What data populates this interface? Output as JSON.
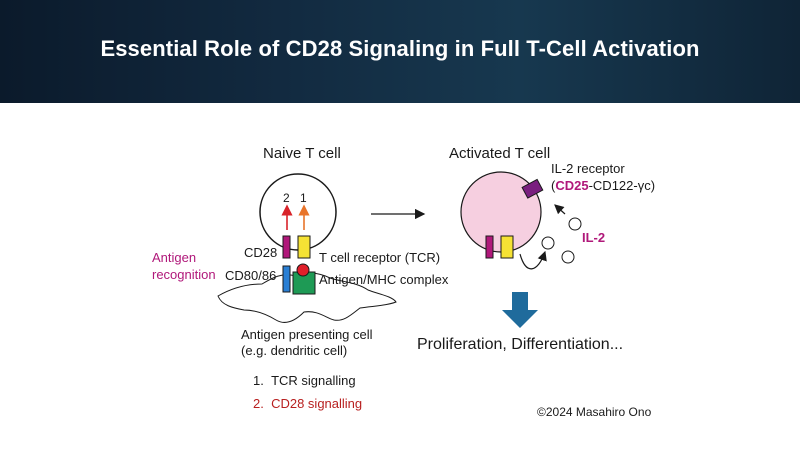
{
  "title": "Essential Role of CD28 Signaling in Full T-Cell Activation",
  "naive_cell_label": "Naive T cell",
  "activated_cell_label": "Activated T cell",
  "signal_numbers": [
    "2",
    "1"
  ],
  "cd28_label": "CD28",
  "cd80_label": "CD80/86",
  "tcr_label": "T cell receptor (TCR)",
  "mhc_label": "Antigen/MHC complex",
  "antigen_recognition_label": "Antigen recognition",
  "apc_label_line1": "Antigen presenting cell",
  "apc_label_line2": "(e.g. dendritic cell)",
  "il2_receptor_line1": "IL-2 receptor",
  "il2_receptor_open": "(",
  "il2_receptor_cd25": "CD25",
  "il2_receptor_rest": "-CD122-γc)",
  "il2_label": "IL-2",
  "outcome_label": "Proliferation, Differentiation...",
  "signals": [
    {
      "num": "1.",
      "text": "TCR signalling"
    },
    {
      "num": "2.",
      "text": "CD28 signalling"
    }
  ],
  "copyright": "©2024 Masahiro Ono",
  "colors": {
    "banner": "#122a40",
    "activated_cell": "#f6cfe0",
    "cd28": "#b0187a",
    "tcr": "#f5e234",
    "cd80": "#2a7fd4",
    "mhc": "#1e9a55",
    "antigen": "#e01f2a",
    "il2_receptor": "#7a1f7f",
    "down_arrow": "#1f6b9c",
    "signal_1_arrow": "#e8742a",
    "signal_2_arrow": "#d8232a"
  }
}
